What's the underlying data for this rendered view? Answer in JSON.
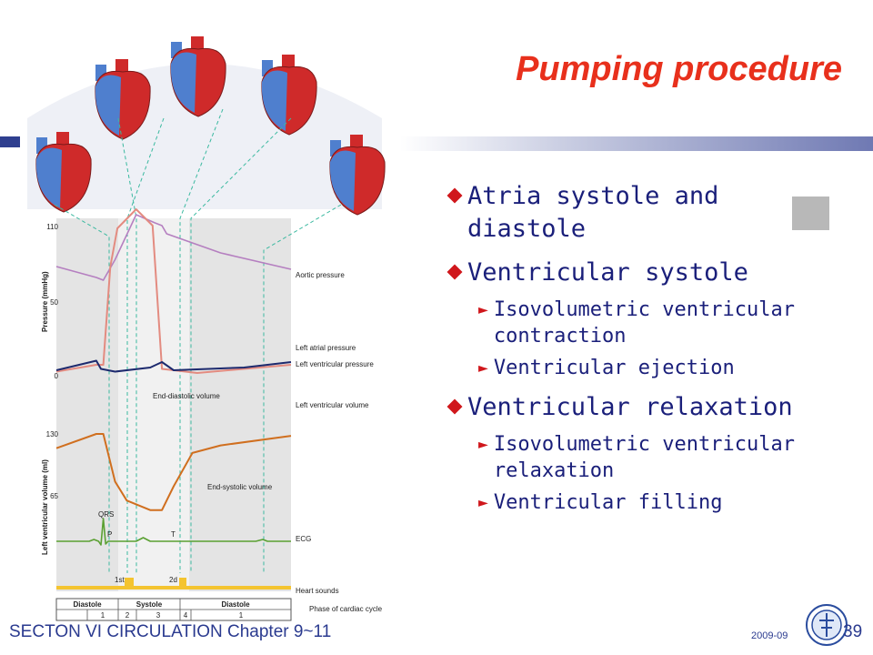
{
  "slide": {
    "title": "Pumping procedure",
    "bullets": [
      {
        "text": "Atria systole and diastole",
        "sub": []
      },
      {
        "text": "Ventricular systole",
        "sub": [
          "Isovolumetric ventricular contraction",
          "Ventricular ejection"
        ]
      },
      {
        "text": "Ventricular relaxation",
        "sub": [
          "Isovolumetric ventricular relaxation",
          "Ventricular filling"
        ]
      }
    ],
    "footer": {
      "left": "SECTON VI CIRCULATION Chapter 9~11",
      "date": "2009-09",
      "page": "39"
    }
  },
  "colors": {
    "title": "#e8301c",
    "bullet_text": "#1a1f7a",
    "bullet_marker": "#d0171c",
    "footer": "#2a3a8f",
    "aortic": "#b57fc0",
    "ventricular_pressure": "#e38b80",
    "atrial_pressure": "#1d2a6e",
    "volume": "#d06f1f",
    "ecg": "#5aa032",
    "heart_sounds": "#f4c430",
    "heart_red": "#cf2a2a",
    "heart_blue": "#4f7fce"
  },
  "figure": {
    "y_ticks_pressure": [
      "110",
      "50",
      "0"
    ],
    "y_ticks_volume": [
      "130",
      "65"
    ],
    "y_label_pressure": "Pressure (mmHg)",
    "y_label_volume": "Left ventricular volume (ml)",
    "labels": {
      "aortic": "Aortic pressure",
      "atrial": "Left atrial pressure",
      "ventricular": "Left ventricular pressure",
      "lv_volume": "Left ventricular volume",
      "end_diastolic": "End-diastolic volume",
      "end_systolic": "End-systolic volume",
      "qrs": "QRS",
      "p": "P",
      "t": "T",
      "ecg": "ECG",
      "first_sound": "1st",
      "second_sound": "2d",
      "heart_sounds": "Heart sounds",
      "phase": "Phase of cardiac cycle"
    },
    "phase_headers": [
      "Diastole",
      "Systole",
      "Diastole"
    ],
    "phase_numbers": [
      "1",
      "2",
      "3",
      "4",
      "1"
    ],
    "curves": {
      "aortic_pressure": [
        [
          0,
          80
        ],
        [
          0.17,
          72
        ],
        [
          0.2,
          70
        ],
        [
          0.25,
          85
        ],
        [
          0.34,
          118
        ],
        [
          0.42,
          112
        ],
        [
          0.45,
          110
        ],
        [
          0.47,
          104
        ],
        [
          0.7,
          90
        ],
        [
          1,
          78
        ]
      ],
      "ventricular_pressure": [
        [
          0,
          3
        ],
        [
          0.17,
          8
        ],
        [
          0.2,
          8
        ],
        [
          0.23,
          80
        ],
        [
          0.26,
          108
        ],
        [
          0.34,
          122
        ],
        [
          0.41,
          110
        ],
        [
          0.45,
          5
        ],
        [
          0.6,
          2
        ],
        [
          1,
          8
        ]
      ],
      "atrial_pressure": [
        [
          0,
          4
        ],
        [
          0.17,
          11
        ],
        [
          0.19,
          5
        ],
        [
          0.25,
          3
        ],
        [
          0.4,
          6
        ],
        [
          0.45,
          10
        ],
        [
          0.5,
          4
        ],
        [
          0.8,
          6
        ],
        [
          1,
          10
        ]
      ],
      "lv_volume": [
        [
          0,
          115
        ],
        [
          0.17,
          130
        ],
        [
          0.2,
          130
        ],
        [
          0.25,
          80
        ],
        [
          0.3,
          60
        ],
        [
          0.4,
          50
        ],
        [
          0.45,
          50
        ],
        [
          0.5,
          75
        ],
        [
          0.58,
          110
        ],
        [
          0.7,
          118
        ],
        [
          1,
          128
        ]
      ],
      "ecg": [
        [
          0,
          0
        ],
        [
          0.14,
          0
        ],
        [
          0.16,
          2
        ],
        [
          0.18,
          0
        ],
        [
          0.19,
          -4
        ],
        [
          0.2,
          25
        ],
        [
          0.21,
          -3
        ],
        [
          0.22,
          0
        ],
        [
          0.34,
          0
        ],
        [
          0.37,
          4
        ],
        [
          0.4,
          0
        ],
        [
          0.85,
          0
        ],
        [
          0.88,
          2
        ],
        [
          0.9,
          0
        ],
        [
          1,
          0
        ]
      ]
    }
  }
}
